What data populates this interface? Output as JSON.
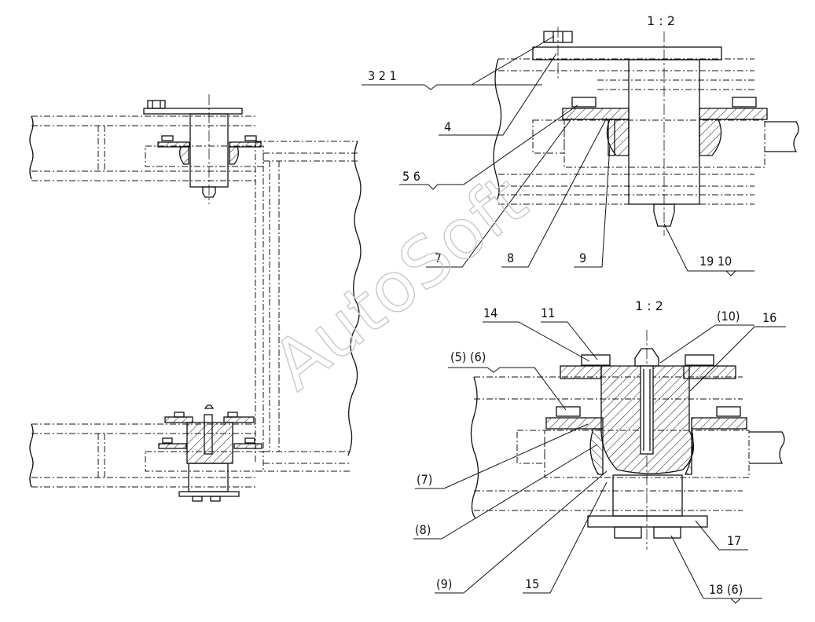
{
  "drawing": {
    "scale_top": "1 : 2",
    "scale_bottom": "1 : 2",
    "watermark": "AutoSoft"
  },
  "callouts_top": {
    "c_3_2_1": "3   2    1",
    "c_4": "4",
    "c_5_6": "5    6",
    "c_7": "7",
    "c_8": "8",
    "c_9": "9",
    "c_19_10": "19  10"
  },
  "callouts_bottom": {
    "c_14": "14",
    "c_11": "11",
    "c_10p": "(10)",
    "c_16": "16",
    "c_5p_6p": "(5)   (6)",
    "c_7p": "(7)",
    "c_8p": "(8)",
    "c_9p": "(9)",
    "c_15": "15",
    "c_17": "17",
    "c_18_6p": "18  (6)"
  }
}
